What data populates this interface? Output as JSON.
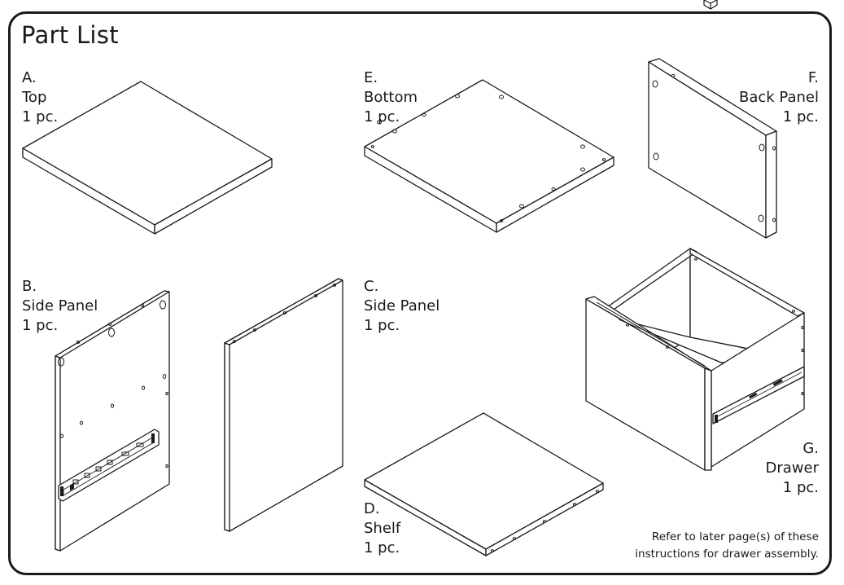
{
  "title": "Part List",
  "parts": {
    "a": {
      "letter": "A.",
      "name": "Top",
      "qty": "1 pc."
    },
    "e": {
      "letter": "E.",
      "name": "Bottom",
      "qty": "1 pc."
    },
    "f": {
      "letter": "F.",
      "name": "Back Panel",
      "qty": "1 pc."
    },
    "b": {
      "letter": "B.",
      "name": "Side Panel",
      "qty": "1 pc."
    },
    "c": {
      "letter": "C.",
      "name": "Side Panel",
      "qty": "1 pc."
    },
    "d": {
      "letter": "D.",
      "name": "Shelf",
      "qty": "1 pc."
    },
    "g": {
      "letter": "G.",
      "name": "Drawer",
      "qty": "1 pc."
    }
  },
  "note": {
    "line1": "Refer to later page(s) of these",
    "line2": "instructions for drawer assembly."
  },
  "colors": {
    "ink": "#1a1a1a",
    "paper": "#ffffff"
  }
}
